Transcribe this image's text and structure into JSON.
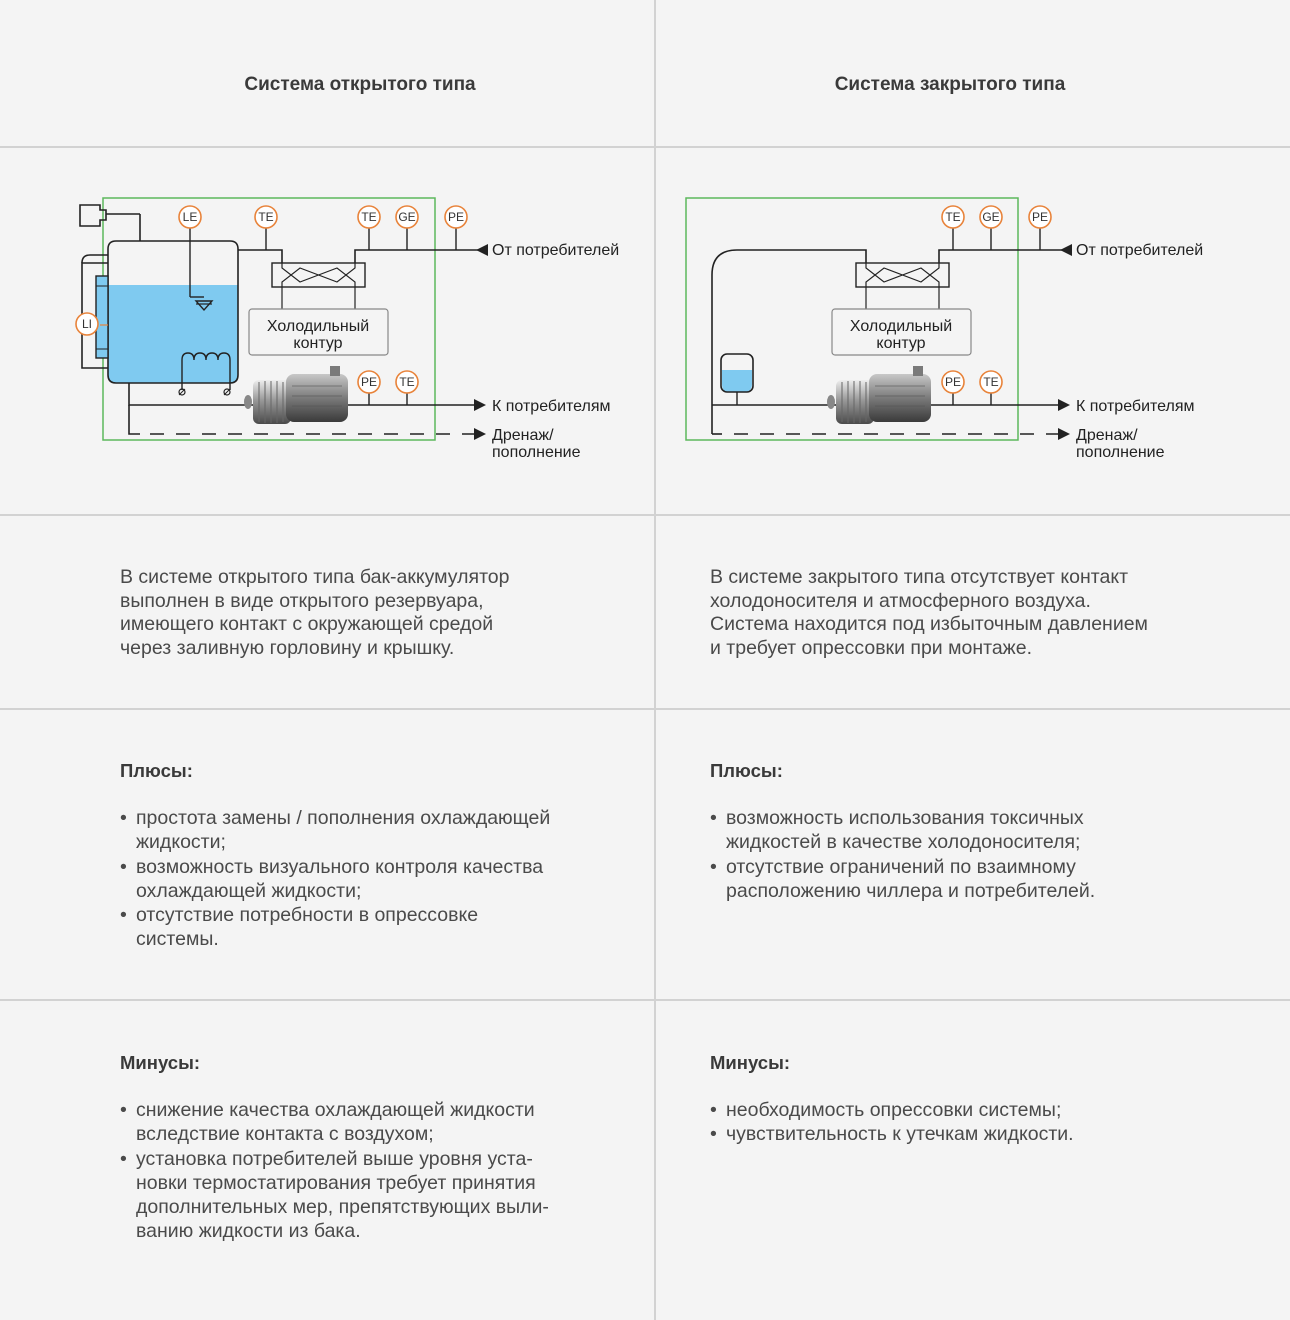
{
  "open": {
    "title": "Система открытого типа",
    "diagram": {
      "instruments": {
        "le": "LE",
        "te1": "TE",
        "te2": "TE",
        "ge": "GE",
        "pe1": "PE",
        "li": "LI",
        "pe2": "PE",
        "te3": "TE"
      },
      "cooling_circuit_line1": "Холодильный",
      "cooling_circuit_line2": "контур",
      "from_consumers": "От потребителей",
      "to_consumers": "К потребителям",
      "drain_line1": "Дренаж/",
      "drain_line2": "пополнение"
    },
    "description": [
      "В системе открытого типа бак-аккумулятор",
      "выполнен в виде открытого резервуара,",
      "имеющего контакт с окружающей средой",
      "через заливную горловину и крышку."
    ],
    "pros_title": "Плюсы:",
    "pros": [
      [
        "простота замены / пополнения охлаждающей",
        "жидкости;"
      ],
      [
        "возможность визуального контроля качества",
        "охлаждающей жидкости;"
      ],
      [
        "отсутствие потребности в опрессовке",
        "системы."
      ]
    ],
    "cons_title": "Минусы:",
    "cons": [
      [
        "снижение качества охлаждающей жидкости",
        "вследствие контакта с воздухом;"
      ],
      [
        "установка потребителей выше уровня уста-",
        "новки термостатирования требует принятия",
        "дополнительных мер, препятствующих выли-",
        "ванию жидкости из бака."
      ]
    ]
  },
  "closed": {
    "title": "Система закрытого типа",
    "diagram": {
      "instruments": {
        "te1": "TE",
        "ge": "GE",
        "pe1": "PE",
        "pe2": "PE",
        "te2": "TE"
      },
      "cooling_circuit_line1": "Холодильный",
      "cooling_circuit_line2": "контур",
      "from_consumers": "От потребителей",
      "to_consumers": "К потребителям",
      "drain_line1": "Дренаж/",
      "drain_line2": "пополнение"
    },
    "description": [
      "В системе закрытого типа отсутствует контакт",
      "холодоносителя и атмосферного воздуха.",
      "Система находится под избыточным давлением",
      "и требует опрессовки при монтаже."
    ],
    "pros_title": "Плюсы:",
    "pros": [
      [
        "возможность использования токсичных",
        "жидкостей в качестве холодоносителя;"
      ],
      [
        "отсутствие ограничений по взаимному",
        "расположению чиллера и потребителей."
      ]
    ],
    "cons_title": "Минусы:",
    "cons": [
      [
        "необходимость опрессовки системы;"
      ],
      [
        "чувствительность к утечкам жидкости."
      ]
    ]
  },
  "colors": {
    "background": "#f4f4f4",
    "divider": "#d2d2d2",
    "frame_green": "#5cb85c",
    "instrument_orange": "#e8833a",
    "water_blue": "#7fcaf0"
  }
}
